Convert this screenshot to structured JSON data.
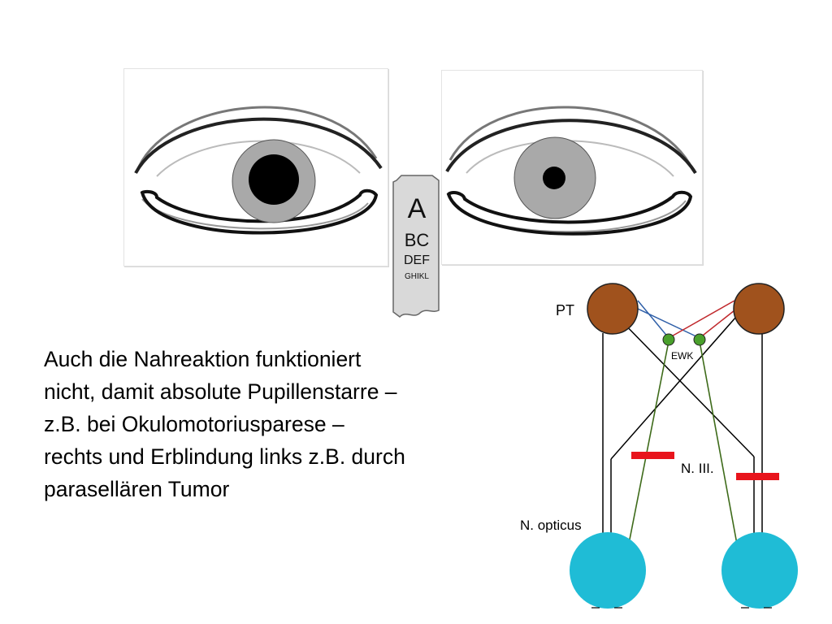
{
  "vision_card": {
    "line1": "A",
    "line2": "BC",
    "line3": "DEF",
    "line4": "GHIKL"
  },
  "caption": {
    "lines": [
      "Auch die Nahreaktion funktioniert",
      "nicht, damit absolute Pupillenstarre –",
      "z.B. bei Okulomotoriusparese –",
      "rechts und Erblindung links z.B. durch",
      "parasellären Tumor"
    ]
  },
  "diagram": {
    "label_pt": "PT",
    "label_ewk": "EWK",
    "label_n3": "N. III.",
    "label_opticus": "N. opticus"
  },
  "colors": {
    "pupil_iris": "#a9a9a9",
    "pupil": "#000000",
    "pretectal_nucleus": "#a0521d",
    "ewk_nucleus": "#4aa02c",
    "eyeball": "#1fbcd6",
    "lesion": "#e8141c",
    "afferent_line": "#2f5fa8",
    "efferent_line": "#c0282c",
    "oculomotor_line": "#3e6b1a"
  }
}
